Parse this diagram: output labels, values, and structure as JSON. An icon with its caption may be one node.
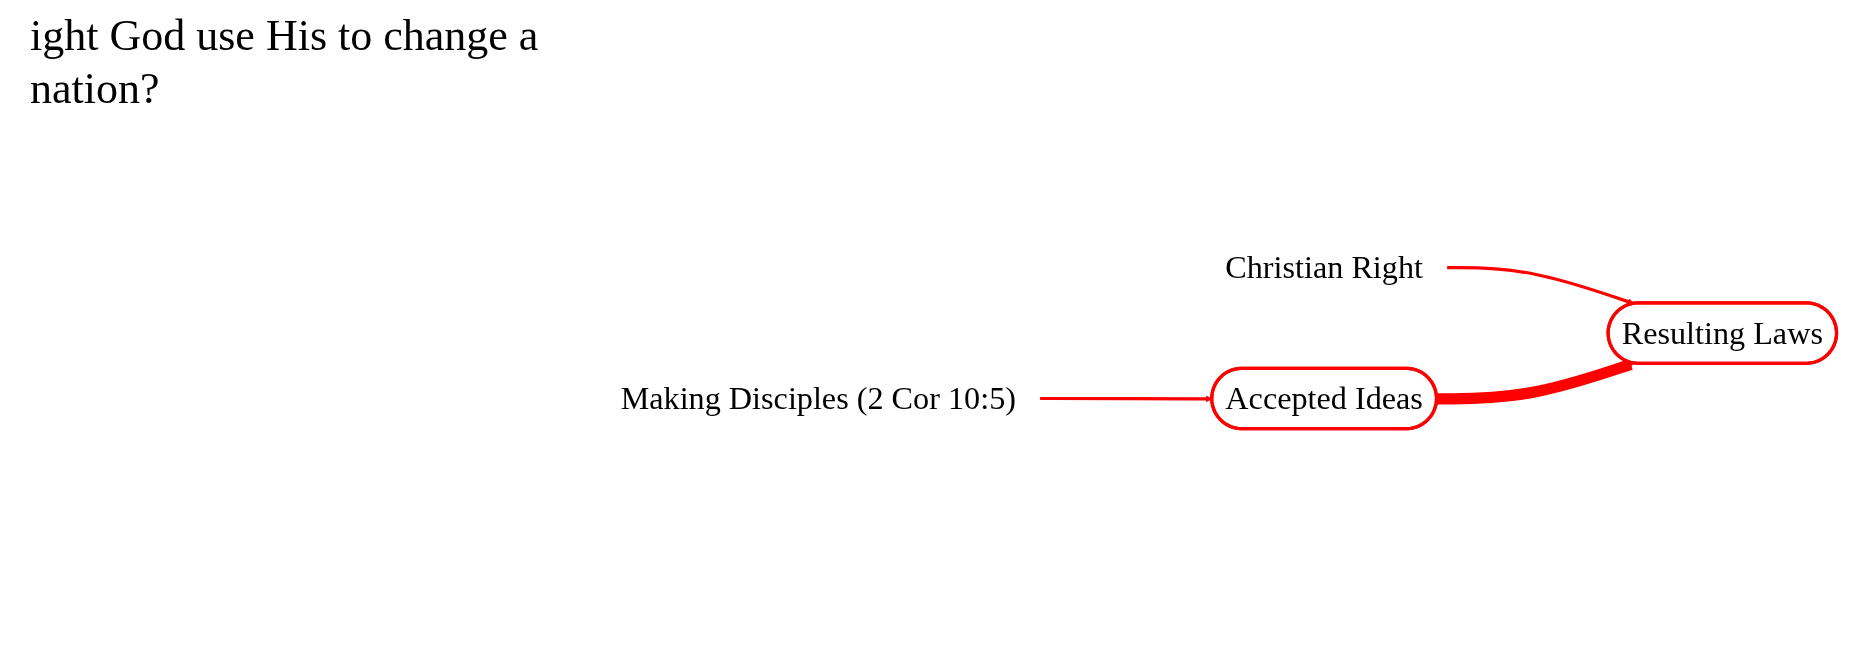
{
  "diagram": {
    "title": "ight God use His to change a nation?",
    "nodes": [
      {
        "text": [
          "Christian Right"
        ]
      },
      {
        "text": [
          "Making Disciples (2 Cor 10:5)"
        ]
      },
      {
        "text": [
          "Resulting Laws"
        ]
      },
      {
        "text": [
          "Accepted Ideas"
        ]
      }
    ],
    "edges": [
      {
        "from": 0,
        "to": 2,
        "arrow": "to"
      },
      {
        "from": 1,
        "to": 3,
        "arrow": "to"
      },
      {
        "from": 3,
        "to": 2,
        "arrow": "to",
        "style": "thick"
      }
    ]
  }
}
